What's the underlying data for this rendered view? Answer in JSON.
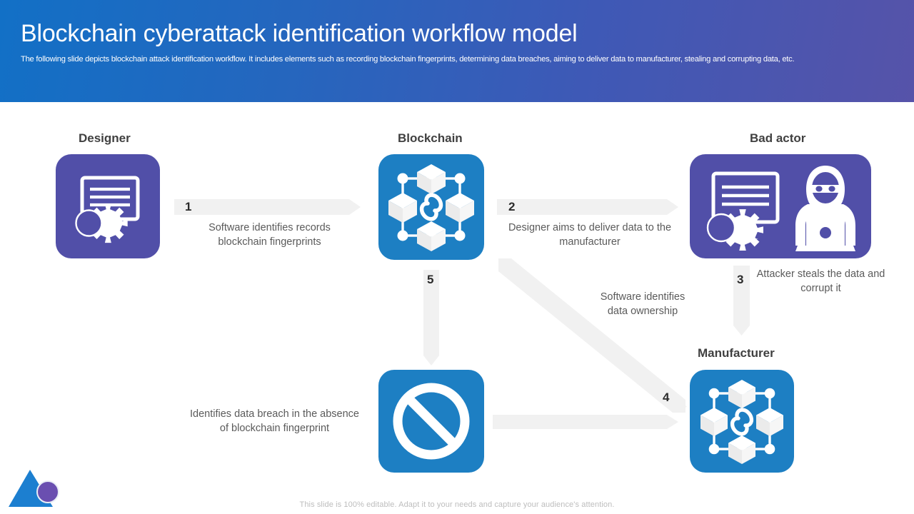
{
  "header": {
    "title": "Blockchain cyberattack identification workflow model",
    "subtitle": "The following slide depicts blockchain attack identification workflow. It includes elements such as recording blockchain fingerprints, determining data breaches, aiming to deliver data to  manufacturer, stealing and corrupting data, etc.",
    "gradient_start": "#1270C6",
    "gradient_end": "#5653A9"
  },
  "entities": [
    {
      "id": "designer",
      "label": "Designer",
      "color": "#514FA8",
      "icon": "monitor-gear-icon"
    },
    {
      "id": "blockchain",
      "label": "Blockchain",
      "color": "#1D7FC3",
      "icon": "blockchain-network-icon"
    },
    {
      "id": "bad_actor",
      "label": "Bad actor",
      "color": "#514FA8",
      "icon": "hacker-laptop-monitor-icon"
    },
    {
      "id": "no_entry",
      "label": "",
      "color": "#1D7FC3",
      "icon": "prohibition-icon"
    },
    {
      "id": "manufacturer",
      "label": "Manufacturer",
      "color": "#1D7FC3",
      "icon": "blockchain-network-icon"
    }
  ],
  "steps": [
    {
      "number": "1",
      "text": "Software identifies records blockchain fingerprints",
      "direction": "right",
      "from": "designer",
      "to": "blockchain"
    },
    {
      "number": "2",
      "text": "Designer aims to deliver data to the manufacturer",
      "direction": "right",
      "from": "blockchain",
      "to": "bad_actor"
    },
    {
      "number": "3",
      "text": "Attacker steals the data and corrupt it",
      "direction": "down",
      "from": "bad_actor",
      "to": "manufacturer"
    },
    {
      "number": "4",
      "text": "Software identifies data ownership",
      "direction": "diagonal-down-right",
      "from": "blockchain",
      "to": "manufacturer"
    },
    {
      "number": "5",
      "text": "Identifies data breach in the absence of blockchain fingerprint",
      "direction": "down",
      "from": "blockchain",
      "to": "no_entry"
    }
  ],
  "bottom_arrow": {
    "direction": "right",
    "from": "no_entry",
    "to": "manufacturer"
  },
  "footer": {
    "note": "This slide is 100% editable.  Adapt it to your needs and capture your audience's attention."
  },
  "logo": {
    "triangle_color": "#1C7FD0",
    "circle_color": "#6A4FB0"
  },
  "colors": {
    "arrow_fill": "#F1F1F1",
    "step_text": "#5A5A5A",
    "label_text": "#404040",
    "footer_text": "#BDBDBD"
  }
}
